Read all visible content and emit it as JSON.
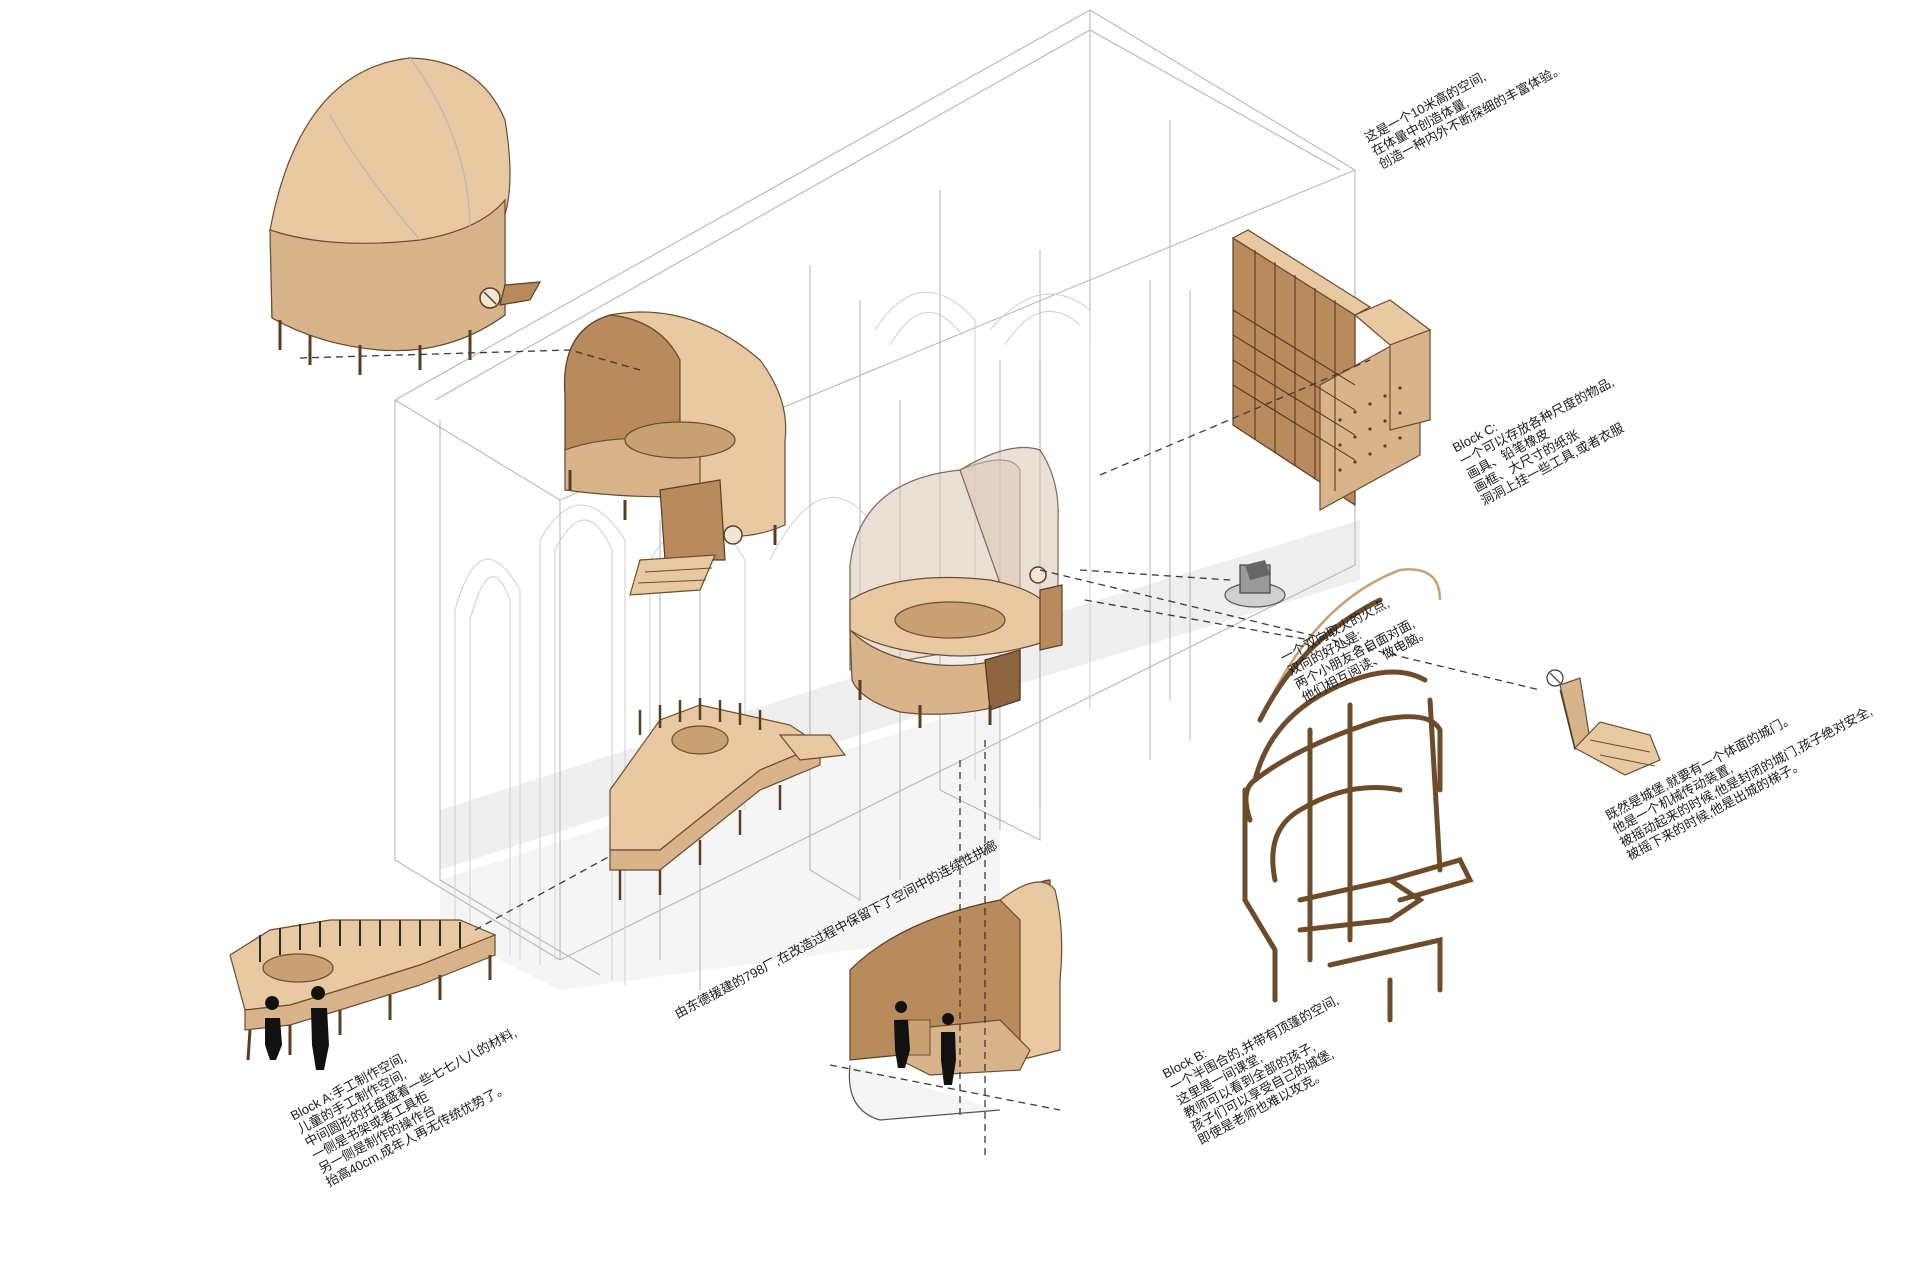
{
  "annotations": {
    "top_right": {
      "lines": [
        "这是一个10米高的空间,",
        "在体量中创造体量,",
        "创造一种内外不断探细的丰富体验。"
      ]
    },
    "block_c": {
      "lines": [
        "Block C:",
        "一个可以存放各种尺度的物品,",
        "画具、铅笔橡皮",
        "画框、大尺寸的纸张",
        "洞洞上挂一些工具,或者衣服"
      ]
    },
    "fireplace": {
      "lines": [
        "一个双向取火的火点,",
        "双向的好处是:",
        "两个小朋友各自面对面,",
        "他们相互阅读、做电脑。"
      ]
    },
    "door": {
      "lines": [
        "既然是城堡,就要有一个体面的城门。",
        "他是一个机械传动装置,",
        "被摇动起来的时候,他是封闭的城门,孩子绝对安全,",
        "被摇下来的时候,他是出城的梯子。"
      ]
    },
    "center": {
      "lines": [
        "由东德援建的798厂,在改造过程中保留下了空间中的连续性拱廊"
      ]
    },
    "block_a": {
      "lines": [
        "Block A:手工制作空间,",
        "儿童的手工制作空间,",
        "中间圆形的托盘盛着一些七七八八的材料,",
        "一侧是书架或者工具柜",
        "另一侧是制作的操作台",
        "抬高40cm,成年人再无传统优势了。"
      ]
    },
    "block_b": {
      "lines": [
        "Block B:",
        "一个半围合的,并带有顶篷的空间,",
        "这里是一间课堂,",
        "教师可以看到全部的孩子,",
        "孩子们可以享受自己的城堡,",
        "即使是老师也难以攻克。"
      ]
    }
  }
}
